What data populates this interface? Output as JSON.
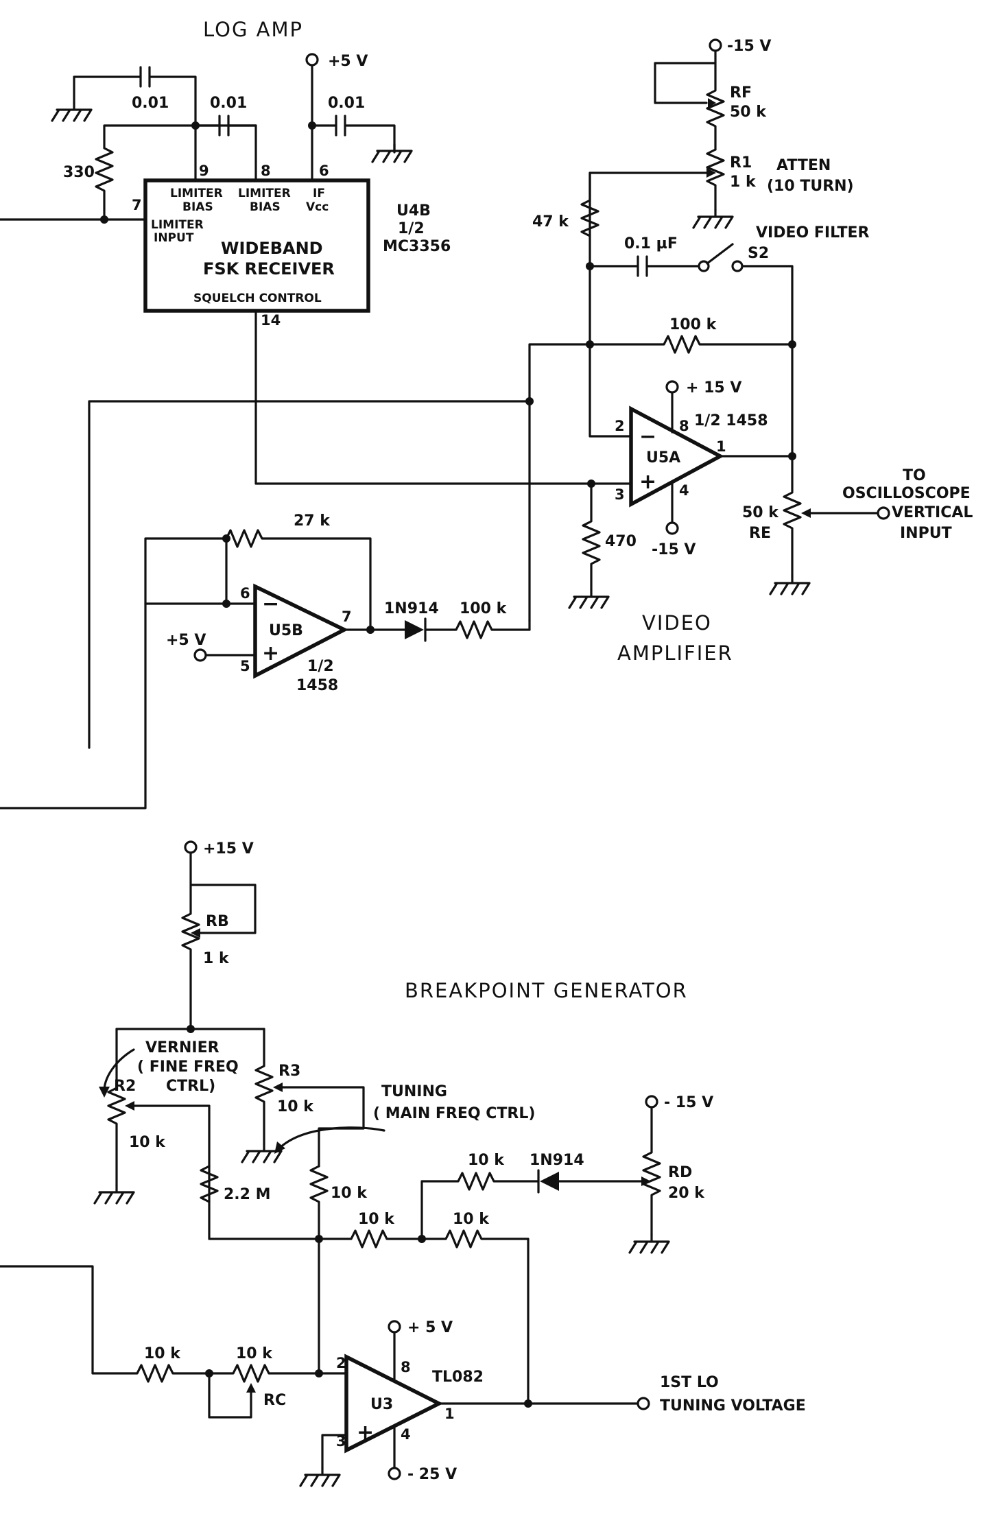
{
  "sections": {
    "log_amp": "LOG AMP",
    "breakpoint": "BREAKPOINT GENERATOR",
    "video_amp_line1": "VIDEO",
    "video_amp_line2": "AMPLIFIER"
  },
  "u4b": {
    "ref": "U4B",
    "part_frac": "1/2",
    "part": "MC3356",
    "title1": "WIDEBAND",
    "title2": "FSK  RECEIVER",
    "pin_limiter_bias_a1": "LIMITER",
    "pin_limiter_bias_a2": "BIAS",
    "pin_limiter_bias_b1": "LIMITER",
    "pin_limiter_bias_b2": "BIAS",
    "pin_if_vcc1": "IF",
    "pin_if_vcc2": "Vcc",
    "pin_limiter_input1": "LIMITER",
    "pin_limiter_input2": "INPUT",
    "squelch": "SQUELCH  CONTROL",
    "p9": "9",
    "p8": "8",
    "p6": "6",
    "p7": "7",
    "p14": "14"
  },
  "log_amp": {
    "cap1": "0.01",
    "cap2": "0.01",
    "cap3": "0.01",
    "r330": "330",
    "vcc": "+5 V"
  },
  "video_amp": {
    "vneg_top": "-15 V",
    "rf_name": "RF",
    "rf_val": "50 k",
    "r1_name": "R1",
    "r1_val": "1 k",
    "atten1": "ATTEN",
    "atten2": "(10 TURN)",
    "r47k": "47 k",
    "c01": "0.1 µF",
    "video_filter": "VIDEO FILTER",
    "s2": "S2",
    "r100k": "100 k",
    "u5a_ref": "U5A",
    "u5a_part": "1/2  1458",
    "vpos": "+ 15 V",
    "vneg": "-15 V",
    "p2": "2",
    "p3": "3",
    "p8": "8",
    "p4": "4",
    "p1": "1",
    "r470": "470",
    "re_val": "50 k",
    "re_name": "RE",
    "scope1": "TO",
    "scope2": "OSCILLOSCOPE",
    "scope3": "VERTICAL",
    "scope4": "INPUT"
  },
  "u5b": {
    "ref": "U5B",
    "part_frac": "1/2",
    "part": "1458",
    "r27k": "27 k",
    "diode": "1N914",
    "r100k": "100 k",
    "vref": "+5 V",
    "p6": "6",
    "p5": "5",
    "p7": "7"
  },
  "breakpoint": {
    "vpos": "+15 V",
    "rb_name": "RB",
    "rb_val": "1 k",
    "vernier1": "VERNIER",
    "vernier2": "( FINE FREQ",
    "vernier3": "CTRL)",
    "r2_name": "R2",
    "r2_val": "10 k",
    "r3_name": "R3",
    "r3_val": "10 k",
    "tuning1": "TUNING",
    "tuning2": "( MAIN FREQ CTRL)",
    "r22m": "2.2 M",
    "r10k_a": "10 k",
    "r10k_b": "10 k",
    "diode": "1N914",
    "vneg": "- 15 V",
    "rd_name": "RD",
    "rd_val": "20 k",
    "r10k_c": "10 k",
    "r10k_d": "10 k",
    "r10k_e": "10 k",
    "r10k_f": "10 k",
    "rc_name": "RC",
    "u3_ref": "U3",
    "u3_part": "TL082",
    "u3_vpos": "+ 5 V",
    "u3_vneg": "- 25 V",
    "p2": "2",
    "p3": "3",
    "p8": "8",
    "p4": "4",
    "p1": "1",
    "lo1": "1ST  LO",
    "lo2": "TUNING  VOLTAGE"
  }
}
